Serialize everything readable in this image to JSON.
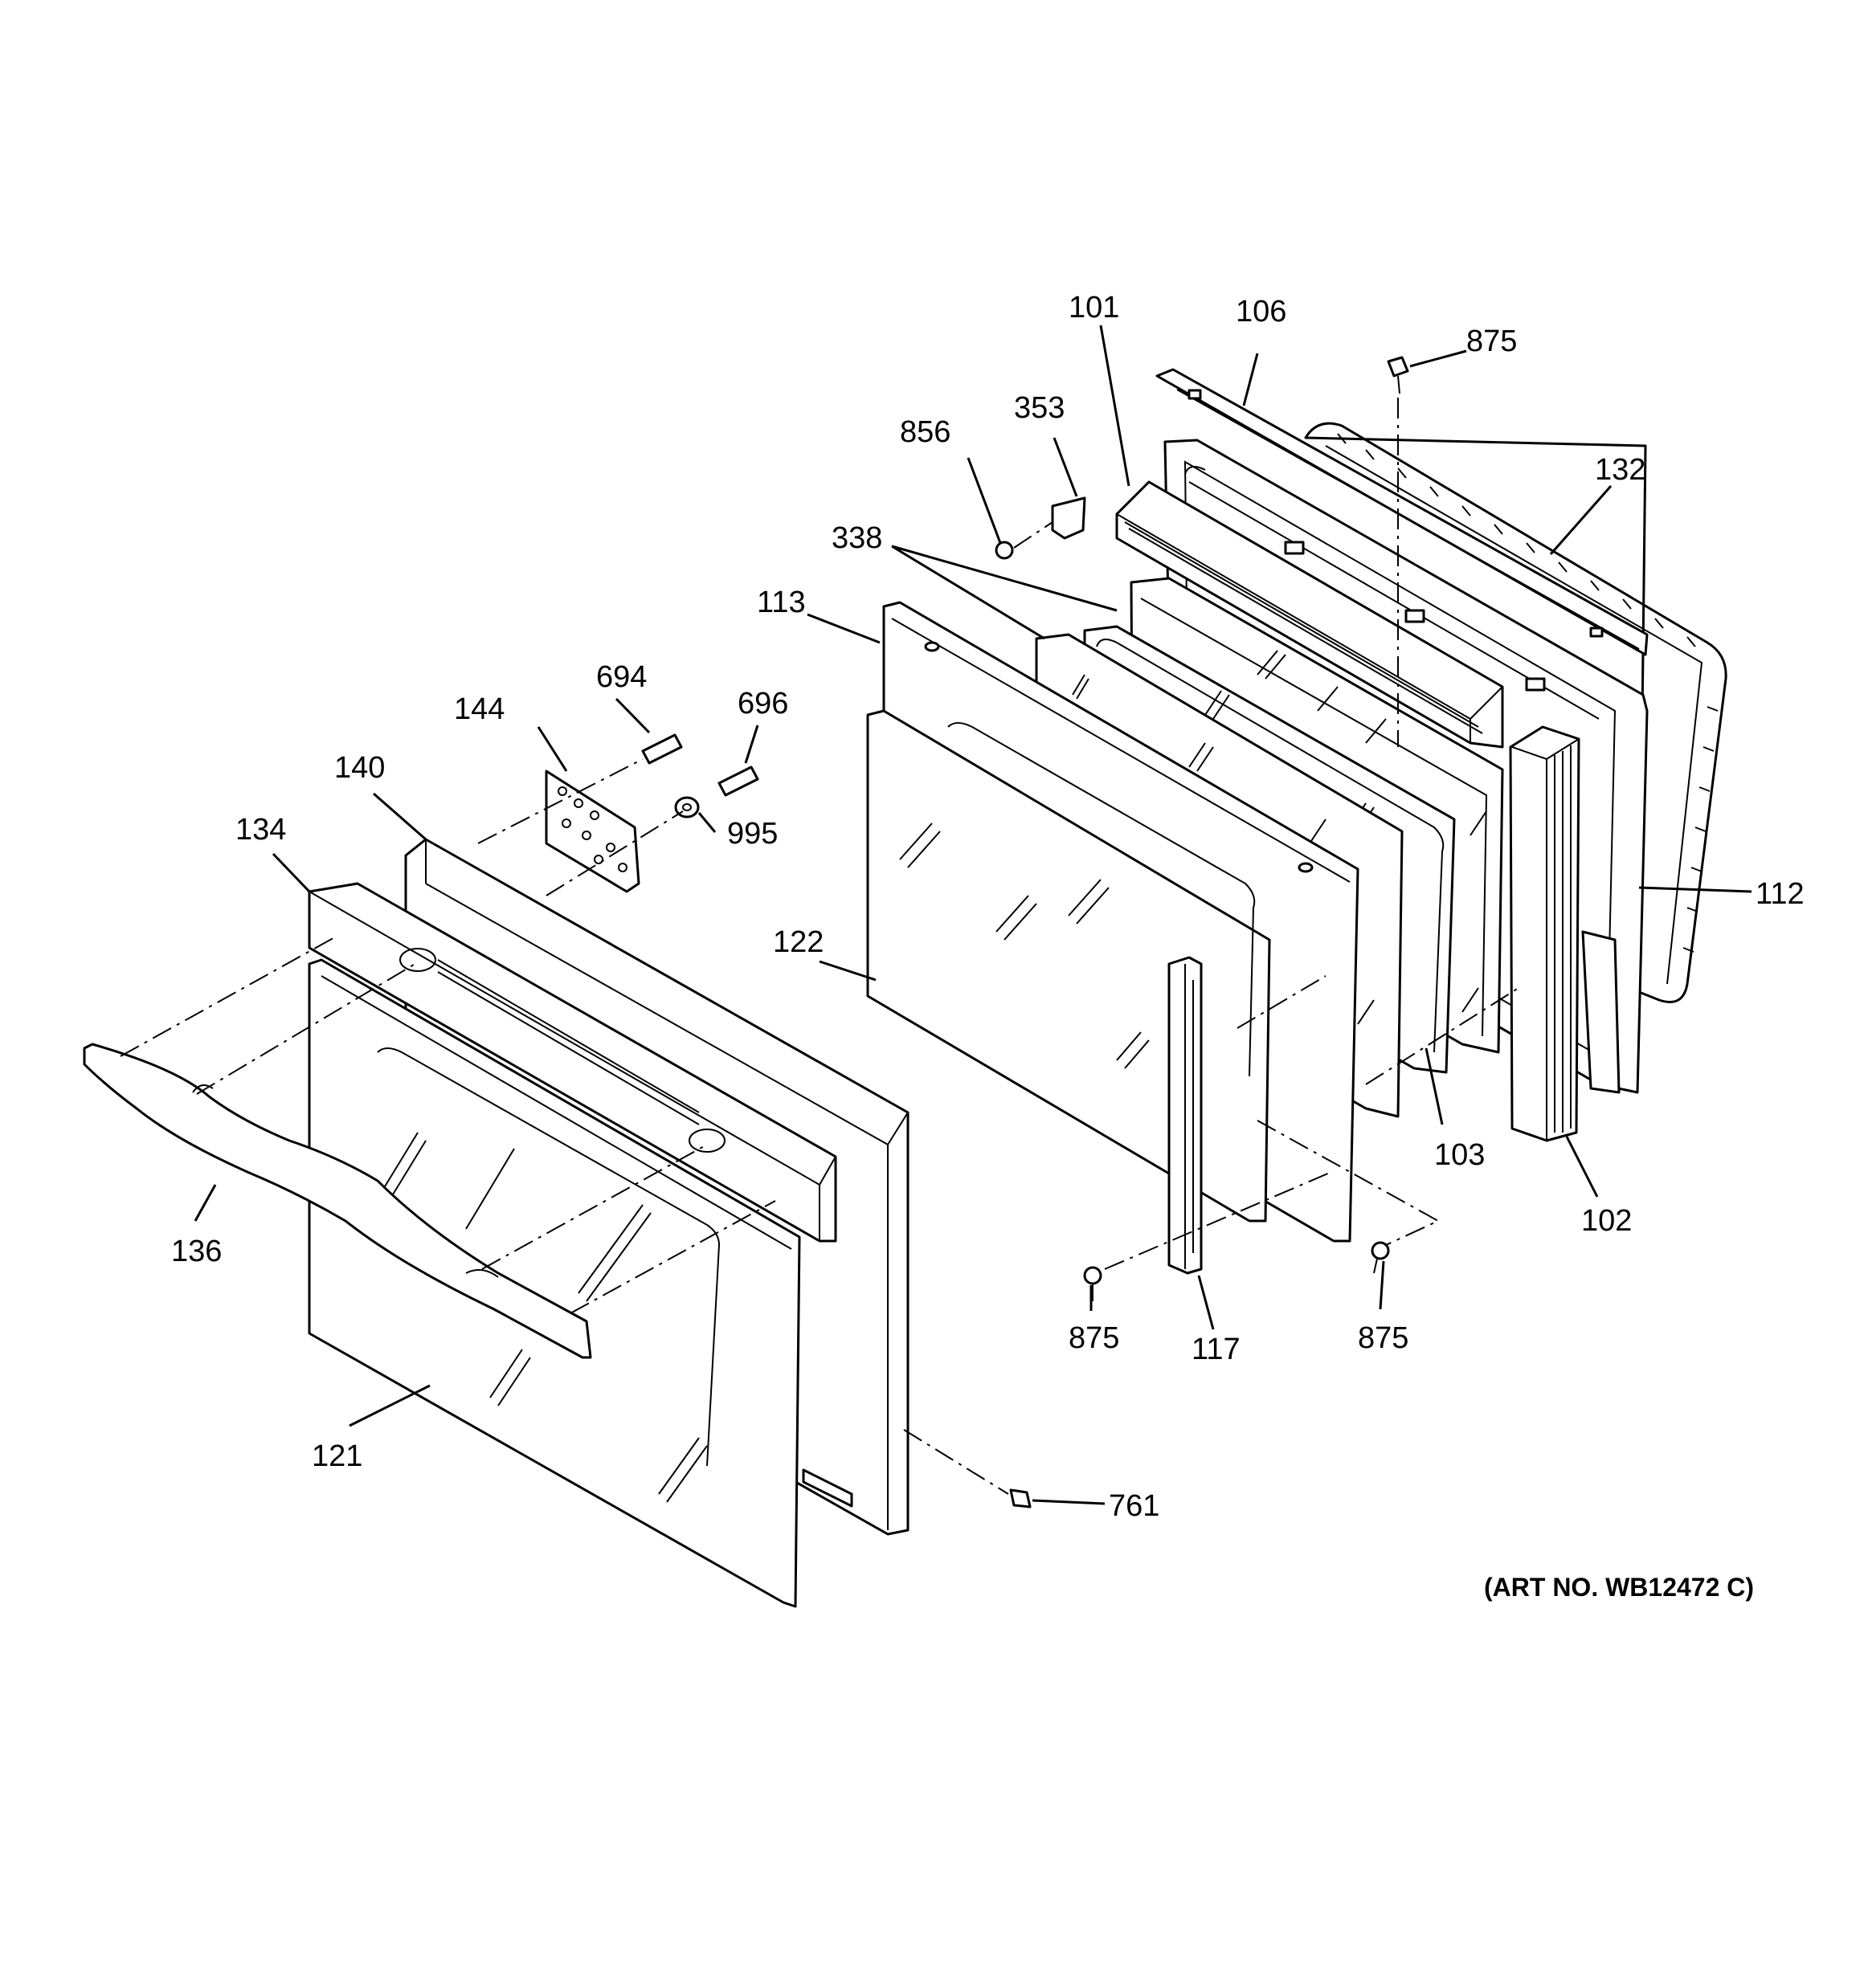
{
  "art_number": "(ART NO. WB12472 C)",
  "callouts": [
    {
      "id": "c101",
      "text": "101"
    },
    {
      "id": "c106",
      "text": "106"
    },
    {
      "id": "c875a",
      "text": "875"
    },
    {
      "id": "c353",
      "text": "353"
    },
    {
      "id": "c856",
      "text": "856"
    },
    {
      "id": "c132",
      "text": "132"
    },
    {
      "id": "c338",
      "text": "338"
    },
    {
      "id": "c113",
      "text": "113"
    },
    {
      "id": "c694",
      "text": "694"
    },
    {
      "id": "c696",
      "text": "696"
    },
    {
      "id": "c144",
      "text": "144"
    },
    {
      "id": "c995",
      "text": "995"
    },
    {
      "id": "c140",
      "text": "140"
    },
    {
      "id": "c134",
      "text": "134"
    },
    {
      "id": "c112",
      "text": "112"
    },
    {
      "id": "c122",
      "text": "122"
    },
    {
      "id": "c103",
      "text": "103"
    },
    {
      "id": "c102",
      "text": "102"
    },
    {
      "id": "c136",
      "text": "136"
    },
    {
      "id": "c875b",
      "text": "875"
    },
    {
      "id": "c117",
      "text": "117"
    },
    {
      "id": "c875c",
      "text": "875"
    },
    {
      "id": "c121",
      "text": "121"
    },
    {
      "id": "c761",
      "text": "761"
    }
  ]
}
